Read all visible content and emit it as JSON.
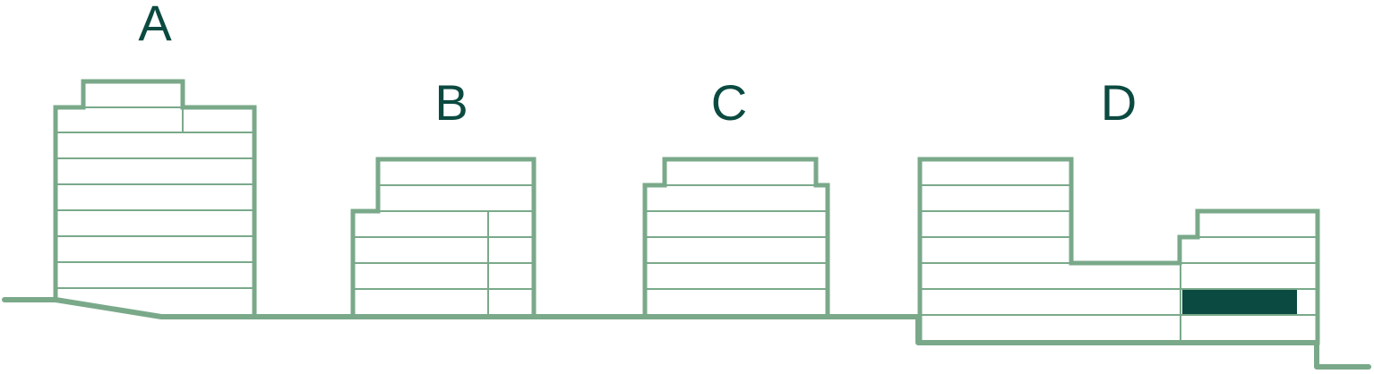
{
  "colors": {
    "line": "#7aa98a",
    "label": "#0b4a40",
    "highlight": "#0b4a40"
  },
  "buildings": [
    {
      "id": "a",
      "label": "A"
    },
    {
      "id": "b",
      "label": "B"
    },
    {
      "id": "c",
      "label": "C"
    },
    {
      "id": "d",
      "label": "D"
    }
  ]
}
